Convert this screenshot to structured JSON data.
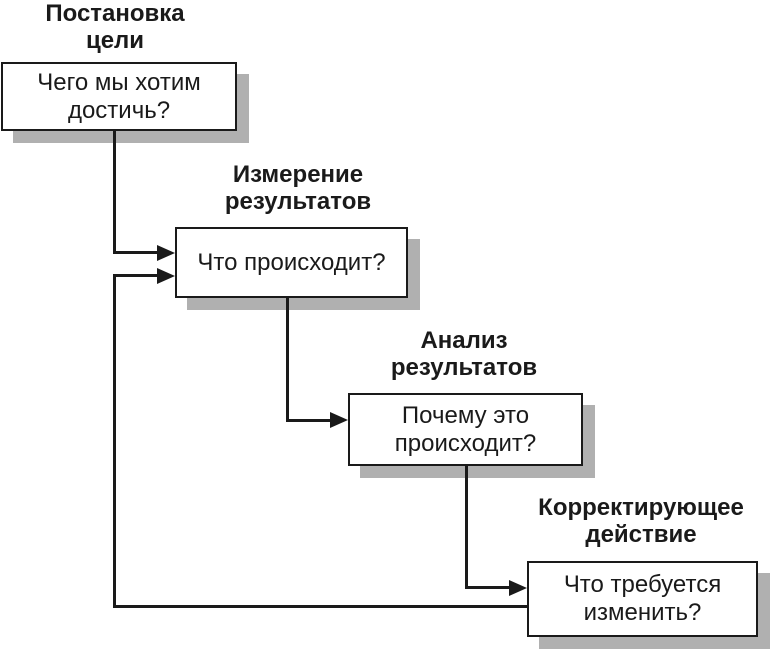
{
  "colors": {
    "ink": "#1a1a1a",
    "shadow": "#b0b0b0",
    "paper": "#ffffff",
    "box_fill": "#ffffff"
  },
  "diagram": {
    "type": "flowchart",
    "language": "ru",
    "steps": [
      {
        "id": "goal-setting",
        "title": "Постановка\nцели",
        "box_text": "Чего мы хотим\nдостичь?"
      },
      {
        "id": "measurement",
        "title": "Измерение\nрезультатов",
        "box_text": "Что происходит?"
      },
      {
        "id": "analysis",
        "title": "Анализ\nрезультатов",
        "box_text": "Почему это\nпроисходит?"
      },
      {
        "id": "corrective-action",
        "title": "Корректирующее\nдействие",
        "box_text": "Что требуется\nизменить?"
      }
    ],
    "connections": [
      {
        "from": "goal-setting",
        "to": "measurement",
        "style": "elbow-arrow"
      },
      {
        "from": "measurement",
        "to": "analysis",
        "style": "elbow-arrow"
      },
      {
        "from": "analysis",
        "to": "corrective-action",
        "style": "elbow-arrow"
      },
      {
        "from": "corrective-action",
        "to": "measurement",
        "style": "feedback-elbow-arrow"
      }
    ]
  }
}
